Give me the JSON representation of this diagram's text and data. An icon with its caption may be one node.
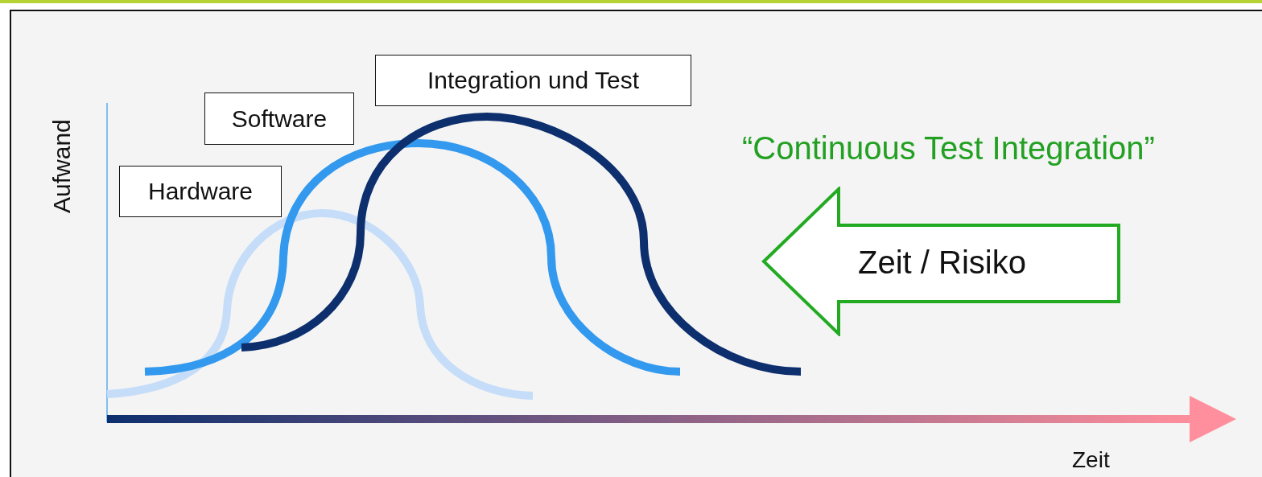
{
  "diagram": {
    "nodes": [
      {
        "text": [
          "Integration und Test"
        ]
      },
      {
        "text": [
          "Software"
        ]
      },
      {
        "text": [
          "Hardware"
        ]
      },
      {
        "text": [
          "Zeit / Risiko"
        ]
      }
    ],
    "labels": [
      "Aufwand",
      "“Continuous Test Integration”",
      "Zeit"
    ]
  }
}
